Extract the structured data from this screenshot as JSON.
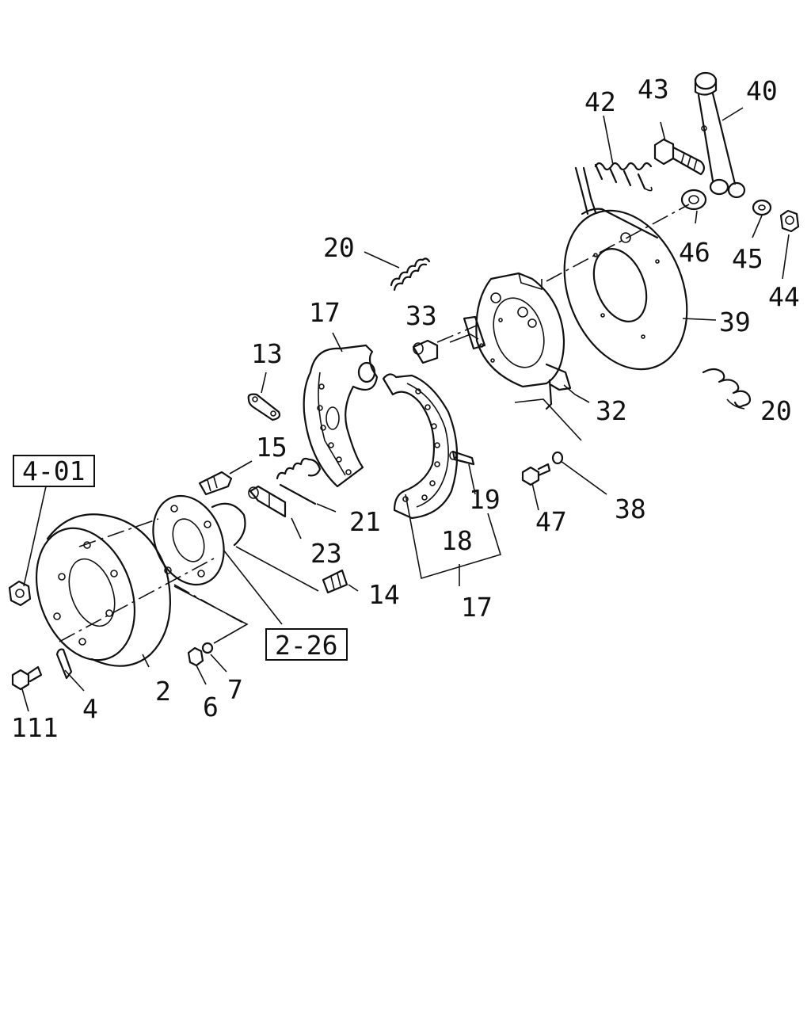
{
  "labels": {
    "p43": "43",
    "p42": "42",
    "p40": "40",
    "p46": "46",
    "p45": "45",
    "p44": "44",
    "p39": "39",
    "p20a": "20",
    "p20b": "20",
    "p17a": "17",
    "p17b": "17",
    "p33": "33",
    "p13": "13",
    "p32": "32",
    "p15": "15",
    "p19": "19",
    "p38": "38",
    "p47": "47",
    "p21": "21",
    "p18": "18",
    "p23": "23",
    "p14": "14",
    "p2": "2",
    "p4": "4",
    "p6": "6",
    "p7": "7",
    "p111": "111"
  },
  "refs": {
    "r401": "4-01",
    "r226": "2-26"
  }
}
